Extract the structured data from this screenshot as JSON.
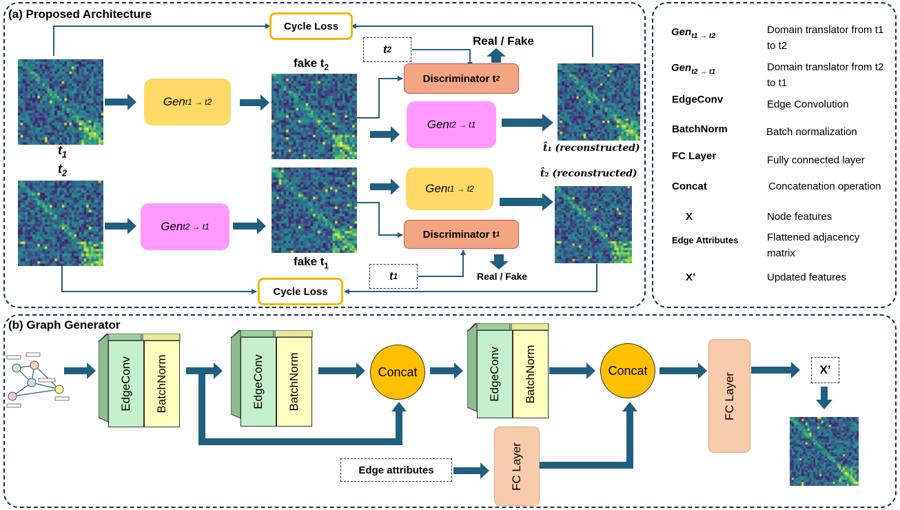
{
  "panel_a": {
    "title": "(a) Proposed Architecture",
    "cycle_loss_top": "Cycle Loss",
    "cycle_loss_bottom": "Cycle Loss",
    "gen_t1_t2_main": "Gen",
    "gen_t1_t2_sub": "t1 → t2",
    "gen_t2_t1_main": "Gen",
    "gen_t2_t1_sub": "t2 → t1",
    "t1_label": "t",
    "t1_sub": "1",
    "t2_label": "t",
    "t2_sub": "2",
    "fake_t2": "fake t",
    "fake_t2_sub": "2",
    "fake_t1": "fake t",
    "fake_t1_sub": "1",
    "disc_t2": "Discriminator t",
    "disc_t2_sub": "2",
    "disc_t1": "Discriminator t",
    "disc_t1_sub": "1",
    "real_fake_top": "Real / Fake",
    "real_fake_bottom": "Real / Fake",
    "t2_box": "t",
    "t2_box_sub": "2",
    "t1_box": "t",
    "t1_box_sub": "1",
    "recon_t1": "t̂₁ (reconstructed)",
    "recon_t2": "t̂₂ (reconstructed)"
  },
  "legend": {
    "items": [
      {
        "key": "Gen",
        "key_sub": "t1 → t2",
        "value": "Domain translator from t1 to t2"
      },
      {
        "key": "Gen",
        "key_sub": "t2 → t1",
        "value": "Domain translator from t2 to t1"
      },
      {
        "key": "EdgeConv",
        "value": "Edge Convolution"
      },
      {
        "key": "BatchNorm",
        "value": "Batch normalization"
      },
      {
        "key": "FC Layer",
        "value": "Fully connected layer"
      },
      {
        "key": "Concat",
        "value": "Concatenation operation"
      },
      {
        "key": "X",
        "value": "Node features"
      },
      {
        "key": "Edge Attributes",
        "value": "Flattened adjacency matrix"
      },
      {
        "key": "X’",
        "value": "Updated features"
      }
    ]
  },
  "panel_b": {
    "title": "(b) Graph Generator",
    "edgeconv_1": "EdgeConv",
    "batchnorm_1": "BatchNorm",
    "edgeconv_2": "EdgeConv",
    "batchnorm_2": "BatchNorm",
    "edgeconv_3": "EdgeConv",
    "batchnorm_3": "BatchNorm",
    "concat_1": "Concat",
    "concat_2": "Concat",
    "fc_layer_1": "FC Layer",
    "fc_layer_2": "FC Layer",
    "edge_attributes": "Edge attributes",
    "x_prime": "X’"
  },
  "colors": {
    "arrow": "#1f5f7f",
    "gen_yellow": "#ffd966",
    "gen_pink": "#ff99ff",
    "discriminator": "#f4a584",
    "cycle_border": "#f2b800",
    "concat": "#ffc000",
    "fc_layer": "#f8cbad",
    "edgeconv": "#c6efce",
    "batchnorm": "#ffffc0"
  }
}
